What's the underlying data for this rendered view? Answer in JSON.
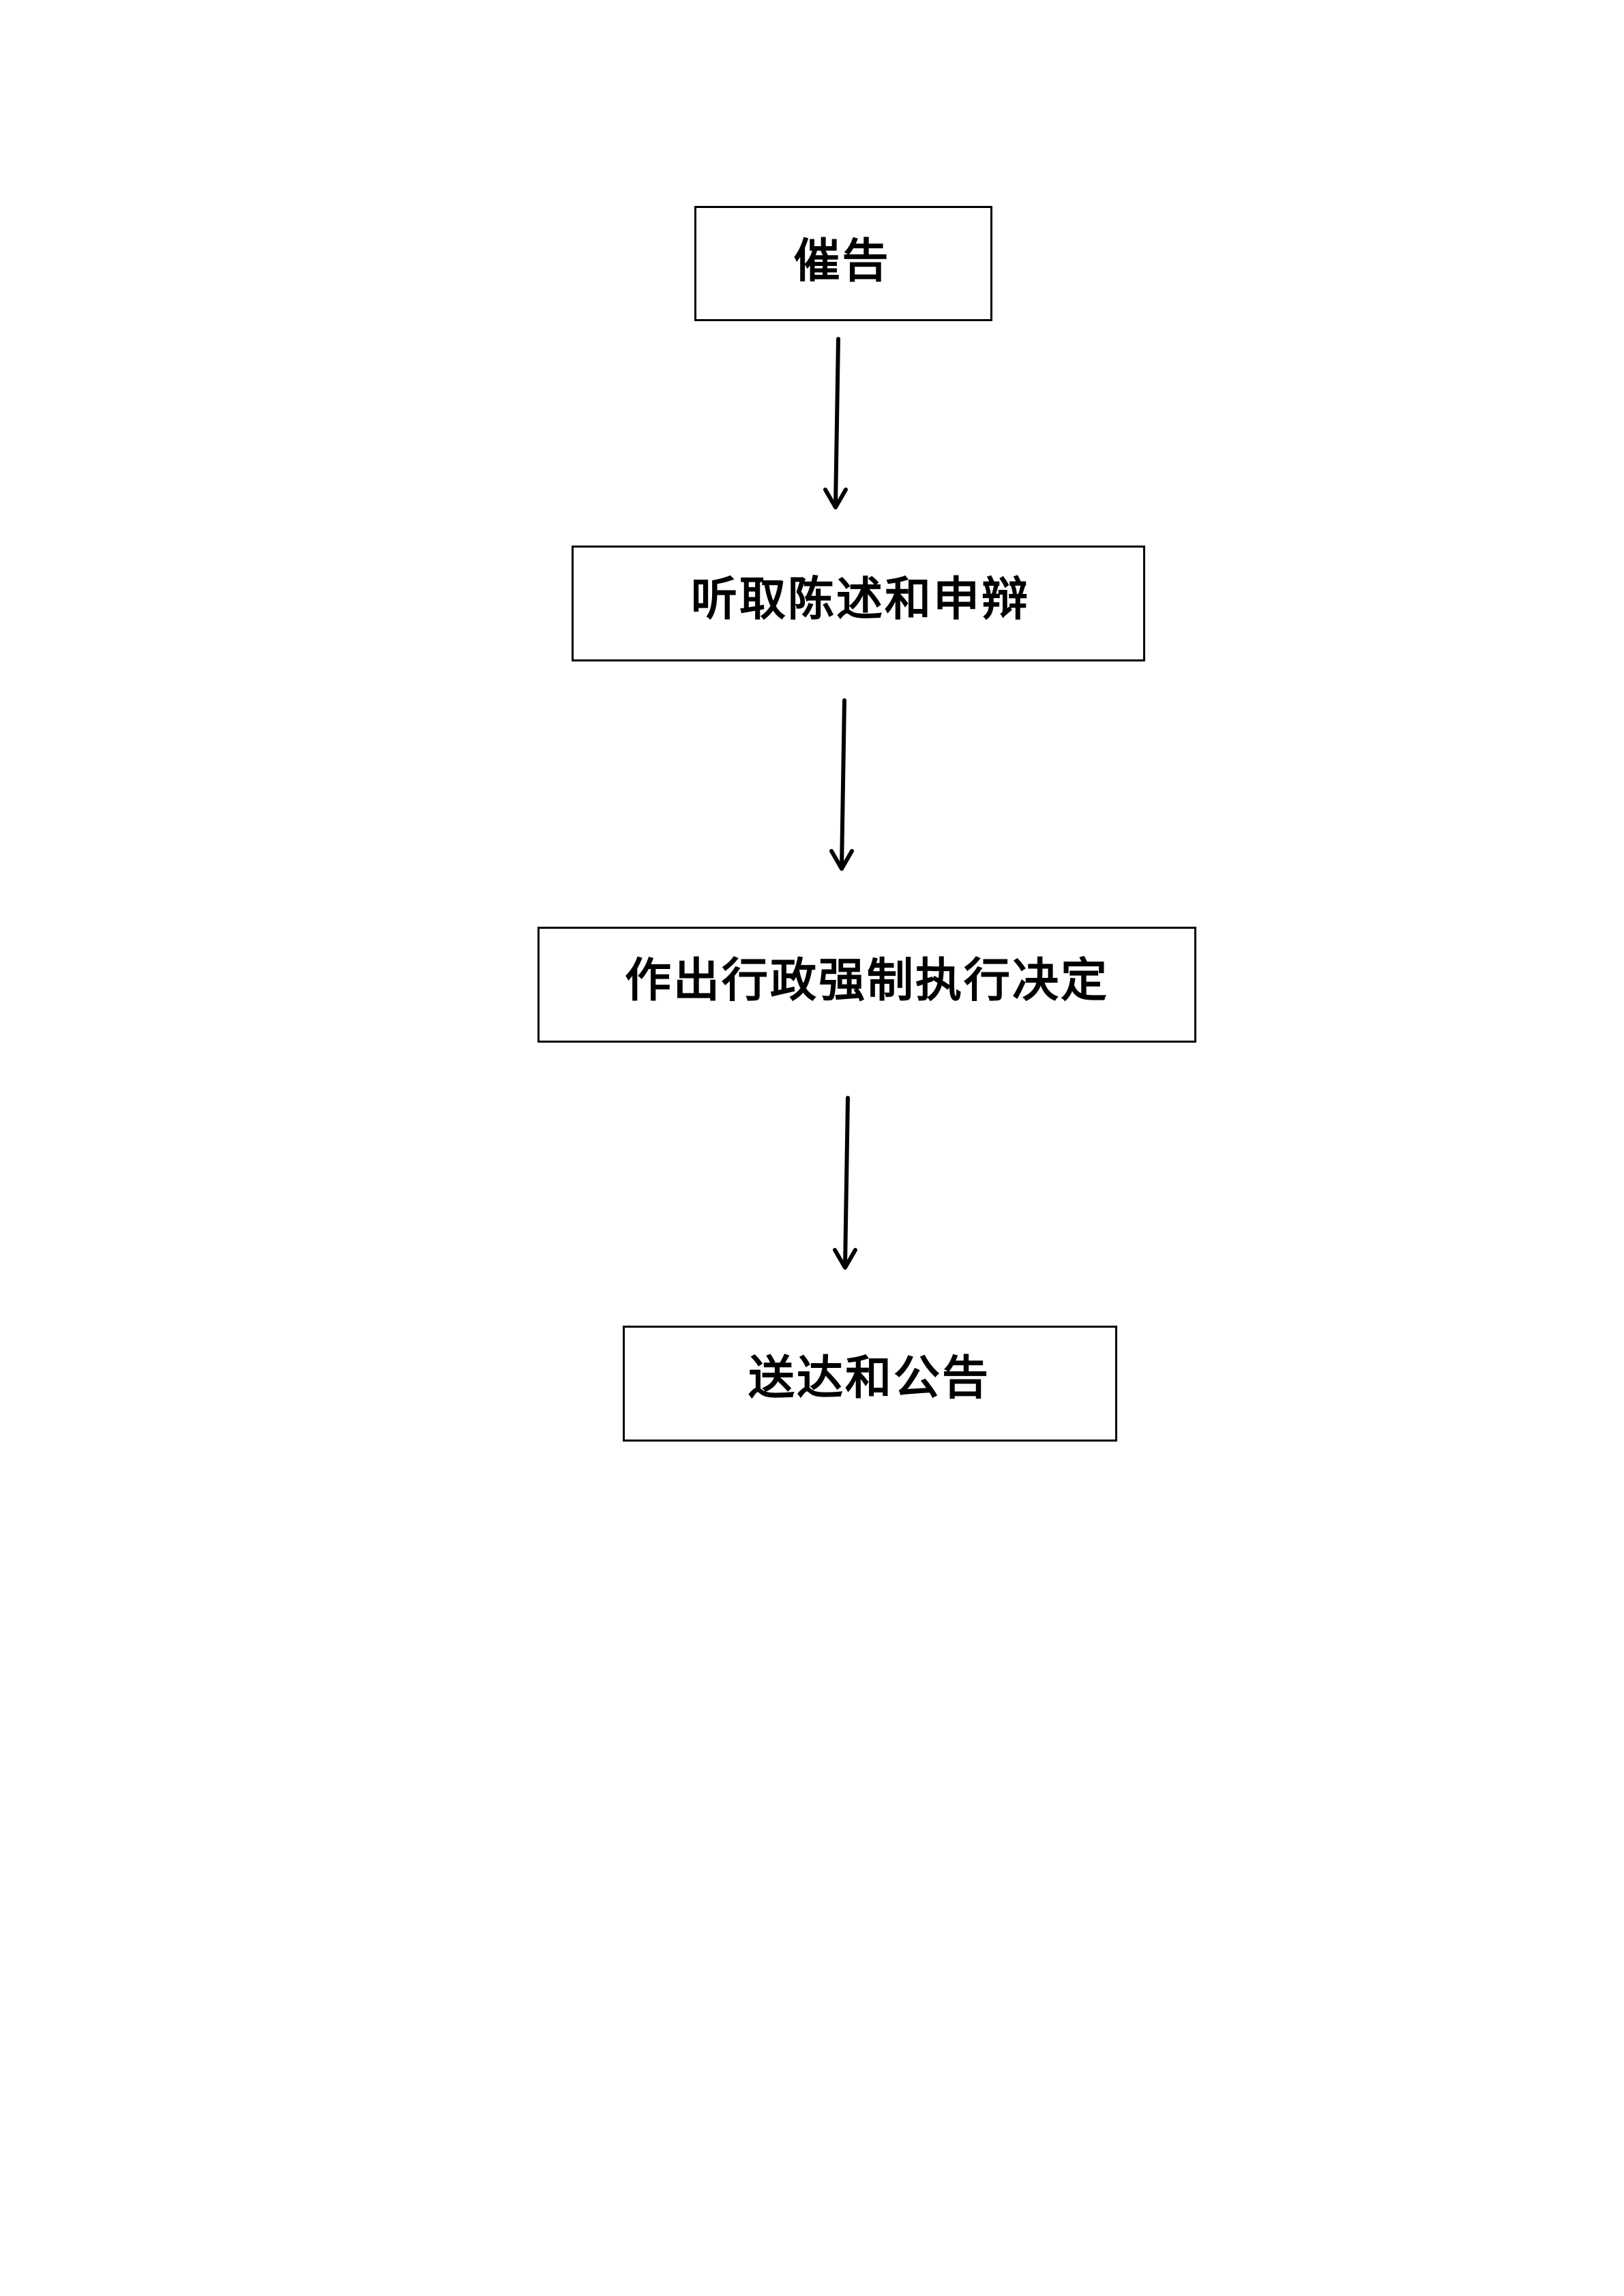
{
  "flowchart": {
    "steps": [
      {
        "label": "催告"
      },
      {
        "label": "听取陈述和申辩"
      },
      {
        "label": "作出行政强制执行决定"
      },
      {
        "label": "送达和公告"
      }
    ]
  }
}
